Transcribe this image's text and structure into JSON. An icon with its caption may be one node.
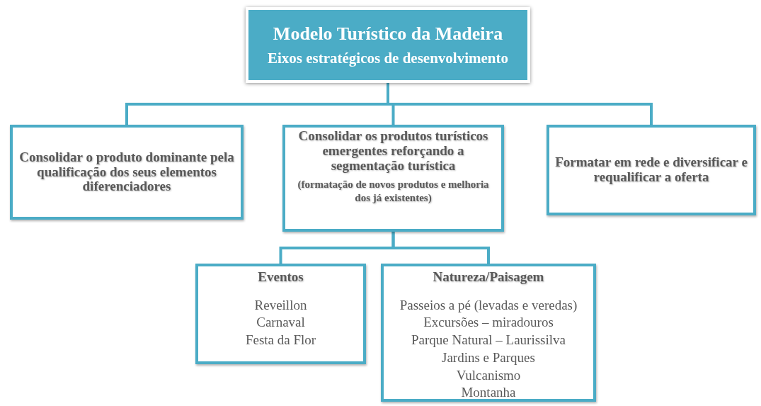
{
  "diagram": {
    "nodes": [
      {
        "text": [
          "Modelo Turístico da Madeira",
          "Eixos estratégicos de desenvolvimento"
        ]
      },
      {
        "text": [
          "Consolidar o produto dominante pela qualificação dos seus elementos diferenciadores"
        ]
      },
      {
        "text": [
          "Consolidar os produtos turísticos emergentes reforçando a segmentação turística",
          "(formatação de novos produtos e melhoria dos já existentes)"
        ]
      },
      {
        "text": [
          "Formatar em rede e diversificar e requalificar a oferta"
        ]
      },
      {
        "text": [
          "Eventos",
          "Reveillon",
          "Carnaval",
          "Festa da Flor"
        ]
      },
      {
        "text": [
          "Natureza/Paisagem",
          "Passeios a pé (levadas e veredas)",
          "Excursões – miradouros",
          "Parque Natural – Laurissilva",
          "Jardins e Parques",
          "Vulcanismo",
          "Montanha"
        ]
      }
    ],
    "edges": [
      {
        "from": 0,
        "to": 1,
        "arrow": "none"
      },
      {
        "from": 0,
        "to": 2,
        "arrow": "none"
      },
      {
        "from": 0,
        "to": 3,
        "arrow": "none"
      },
      {
        "from": 2,
        "to": 4,
        "arrow": "none"
      },
      {
        "from": 2,
        "to": 5,
        "arrow": "none"
      }
    ]
  }
}
